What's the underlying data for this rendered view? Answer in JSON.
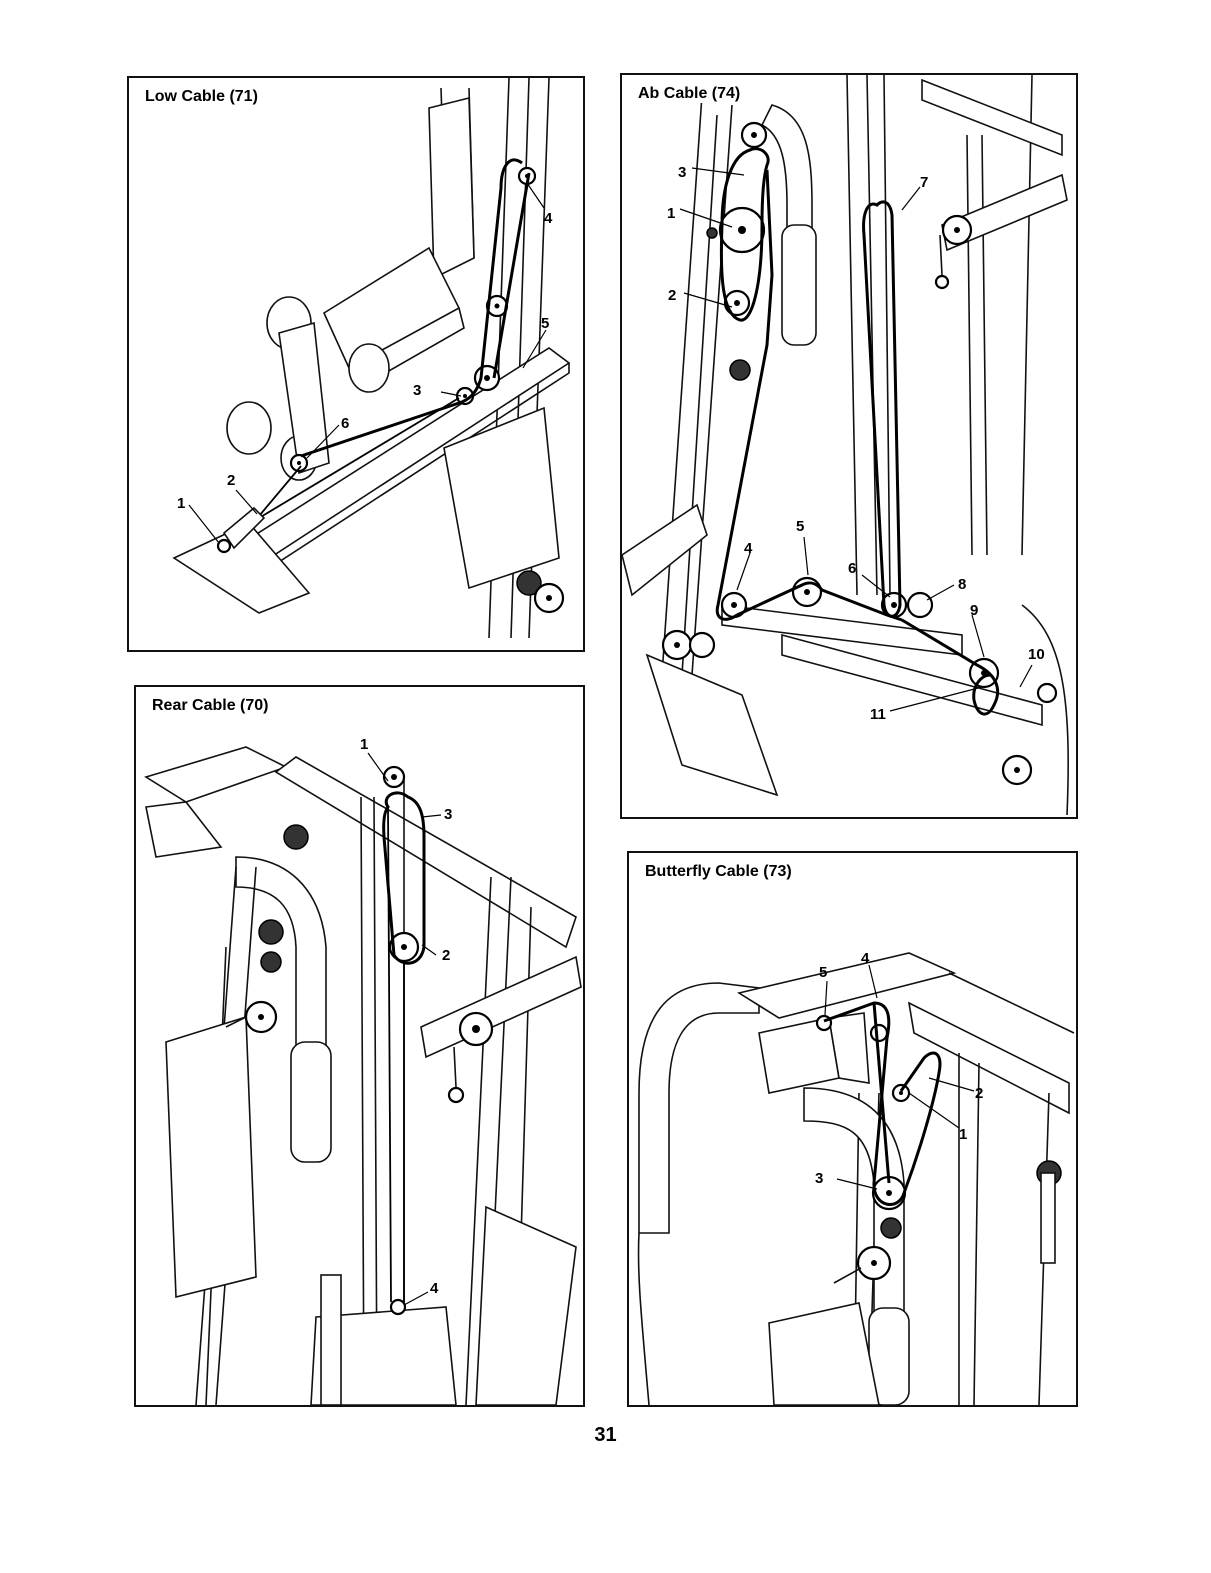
{
  "page_number": "31",
  "panels": {
    "low_cable": {
      "title": "Low Cable (71)",
      "callouts": [
        "1",
        "2",
        "3",
        "4",
        "5",
        "6"
      ]
    },
    "ab_cable": {
      "title": "Ab Cable (74)",
      "callouts": [
        "1",
        "2",
        "3",
        "4",
        "5",
        "6",
        "7",
        "8",
        "9",
        "10",
        "11"
      ]
    },
    "rear_cable": {
      "title": "Rear Cable (70)",
      "callouts": [
        "1",
        "2",
        "3",
        "4"
      ]
    },
    "butterfly_cable": {
      "title": "Butterfly Cable (73)",
      "callouts": [
        "1",
        "2",
        "3",
        "4",
        "5"
      ]
    }
  }
}
